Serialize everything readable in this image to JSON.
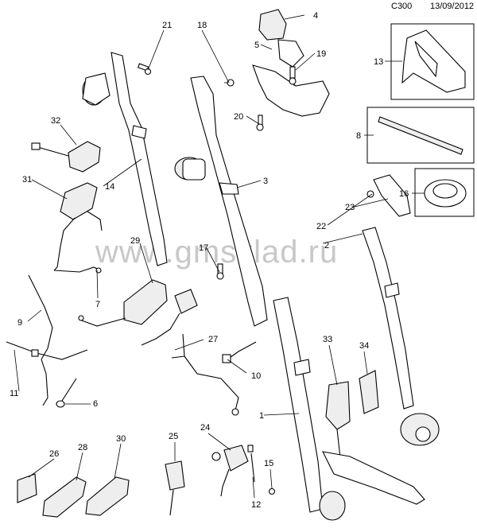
{
  "header": {
    "code": "C300",
    "date": "13/09/2012"
  },
  "watermark": "www.gmsklad.ru",
  "callouts": {
    "c1": "1",
    "c2": "2",
    "c3": "3",
    "c4": "4",
    "c5": "5",
    "c6": "6",
    "c7": "7",
    "c8": "8",
    "c9": "9",
    "c10": "10",
    "c11": "11",
    "c12": "12",
    "c13": "13",
    "c14": "14",
    "c15": "15",
    "c16": "16",
    "c17": "17",
    "c18": "18",
    "c19": "19",
    "c20": "20",
    "c21": "21",
    "c22": "22",
    "c23": "23",
    "c24": "24",
    "c25": "25",
    "c26": "26",
    "c27": "27",
    "c28": "28",
    "c29": "29",
    "c30": "30",
    "c31": "31",
    "c32": "32",
    "c33": "33",
    "c34": "34"
  }
}
